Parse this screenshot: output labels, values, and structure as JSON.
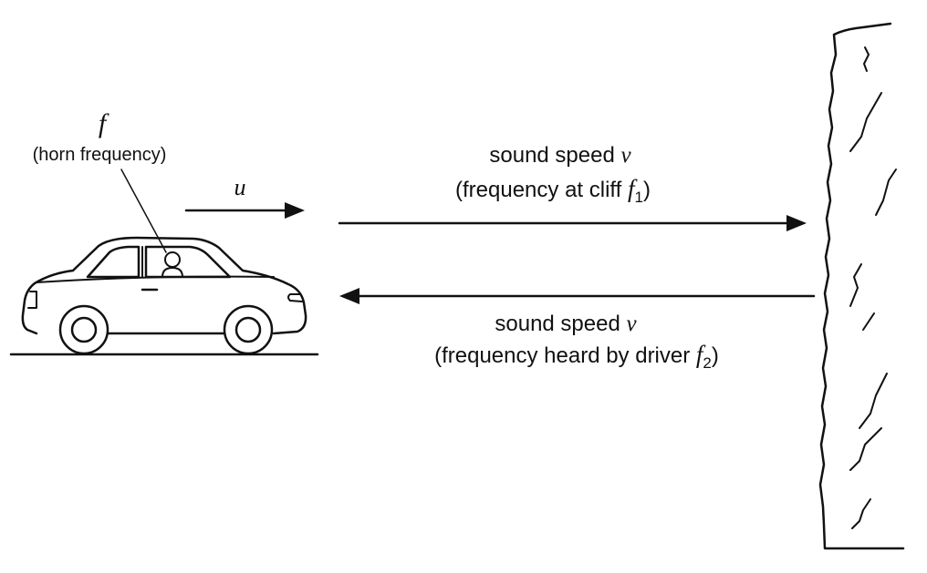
{
  "horn": {
    "symbol": "f",
    "caption": "(horn frequency)"
  },
  "car_motion": {
    "symbol": "u"
  },
  "outgoing_wave": {
    "line1_text": "sound speed",
    "line1_symbol": "v",
    "line2_text": "(frequency at cliff",
    "line2_symbol": "f",
    "line2_subscript": "1",
    "line2_close": ")"
  },
  "reflected_wave": {
    "line1_text": "sound speed",
    "line1_symbol": "v",
    "line2_text": "(frequency heard by driver",
    "line2_symbol": "f",
    "line2_subscript": "2",
    "line2_close": ")"
  },
  "colors": {
    "ink": "#111111",
    "background": "#ffffff"
  }
}
